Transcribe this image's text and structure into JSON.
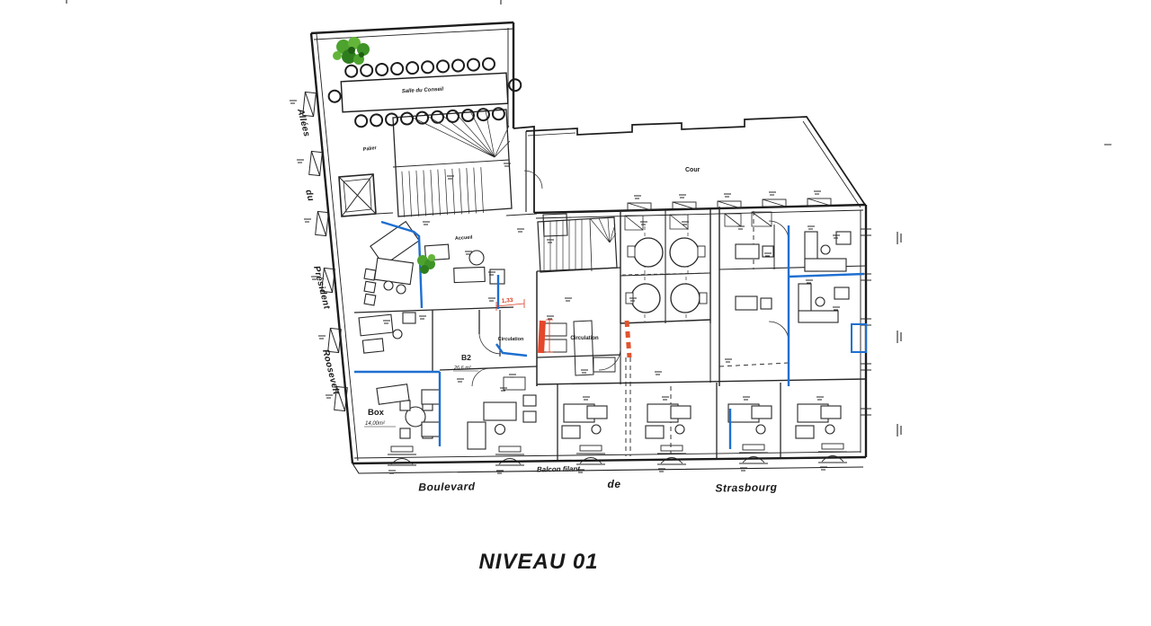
{
  "title": "NIVEAU 01",
  "plan": {
    "rooms": {
      "salle_du_conseil": "Salle du Conseil",
      "palier": "Palier",
      "accueil": "Accueil",
      "cour": "Cour",
      "circulation_a": "Circulation",
      "circulation_b": "Circulation",
      "b2_name": "B2",
      "b2_area": "26,6 m²",
      "box_name": "Box",
      "box_area": "14,00m²"
    },
    "streets": {
      "allees": "Allées",
      "du": "du",
      "president": "Président",
      "roosevelt": "Roosevelt",
      "boulevard": "Boulevard",
      "de": "de",
      "strasbourg": "Strasbourg"
    },
    "annotations": {
      "balcon_filant": "Balcon filant",
      "dim_133": "1,33"
    },
    "legend_colors": {
      "existing_wall": "#1c1c1c",
      "new_partition": "#1e6fd0",
      "demolition": "#e04020",
      "plant": "#3e9426"
    }
  }
}
